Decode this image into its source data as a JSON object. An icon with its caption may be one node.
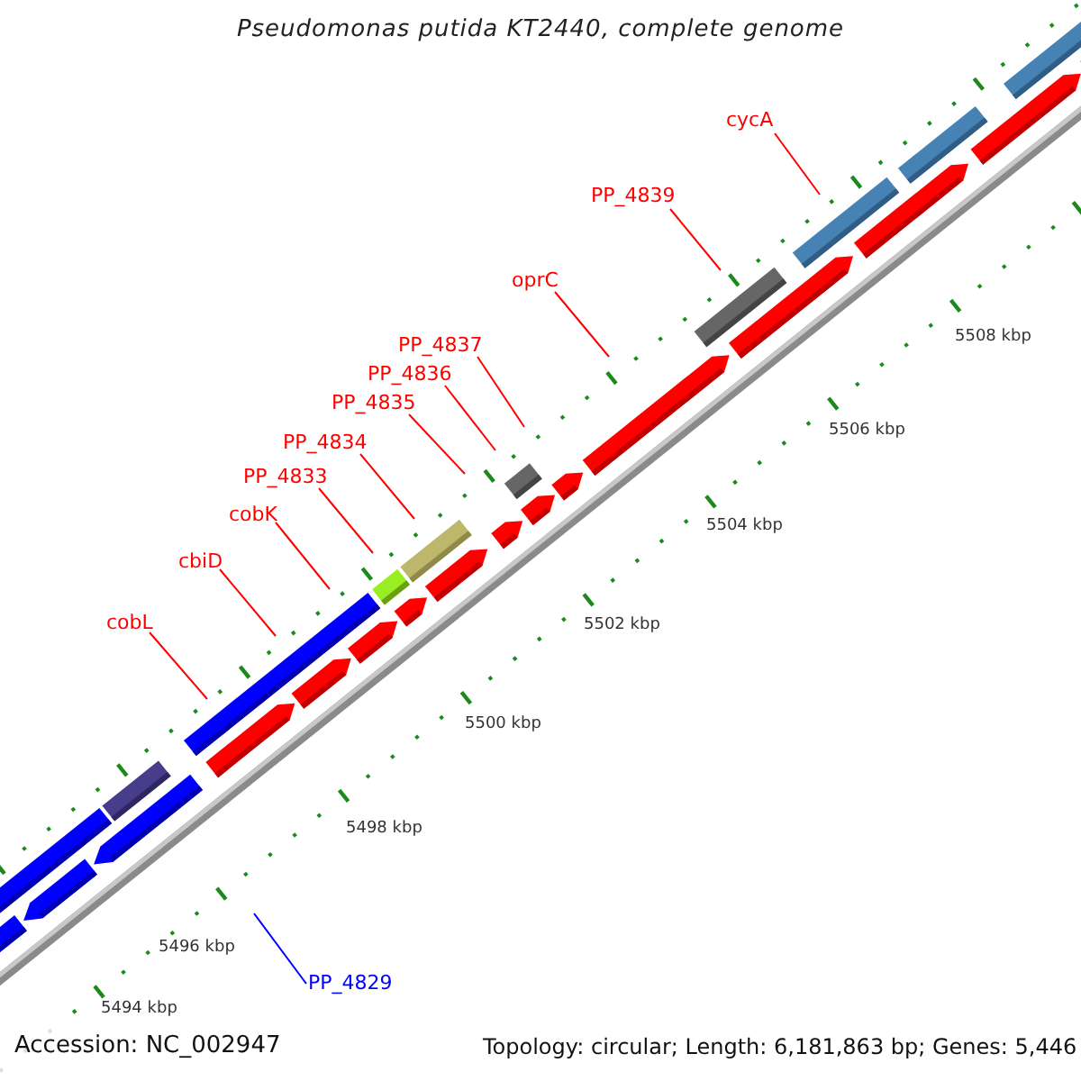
{
  "diagram": {
    "title": "Pseudomonas putida KT2440, complete genome",
    "nodes": [
      {
        "text": [
          "cycA"
        ]
      },
      {
        "text": [
          "PP_4839"
        ]
      },
      {
        "text": [
          "oprC"
        ]
      },
      {
        "text": [
          "PP_4837"
        ]
      },
      {
        "text": [
          "PP_4836"
        ]
      },
      {
        "text": [
          "PP_4835"
        ]
      },
      {
        "text": [
          "PP_4834"
        ]
      },
      {
        "text": [
          "PP_4833"
        ]
      },
      {
        "text": [
          "cobK"
        ]
      },
      {
        "text": [
          "cbiD"
        ]
      },
      {
        "text": [
          "cobL"
        ]
      },
      {
        "text": [
          "PP_4829"
        ]
      }
    ],
    "edges": [
      {
        "from": 0,
        "to": null,
        "arrow": "none"
      },
      {
        "from": 1,
        "to": null,
        "arrow": "none"
      },
      {
        "from": 2,
        "to": null,
        "arrow": "none"
      },
      {
        "from": 3,
        "to": null,
        "arrow": "none"
      },
      {
        "from": 4,
        "to": null,
        "arrow": "none"
      },
      {
        "from": 5,
        "to": null,
        "arrow": "none"
      },
      {
        "from": 6,
        "to": null,
        "arrow": "none"
      },
      {
        "from": 7,
        "to": null,
        "arrow": "none"
      },
      {
        "from": 8,
        "to": null,
        "arrow": "none"
      },
      {
        "from": 9,
        "to": null,
        "arrow": "none"
      },
      {
        "from": 10,
        "to": null,
        "arrow": "none"
      },
      {
        "from": 11,
        "to": null,
        "arrow": "none",
        "color": "#0000ff"
      }
    ],
    "labels": [
      "5508 kbp",
      "5506 kbp",
      "5504 kbp",
      "5502 kbp",
      "5500 kbp",
      "5498 kbp",
      "5496 kbp",
      "5494 kbp",
      "Accession: NC_002947",
      "Topology: circular; Length: 6,181,863 bp; Genes: 5,446"
    ]
  }
}
